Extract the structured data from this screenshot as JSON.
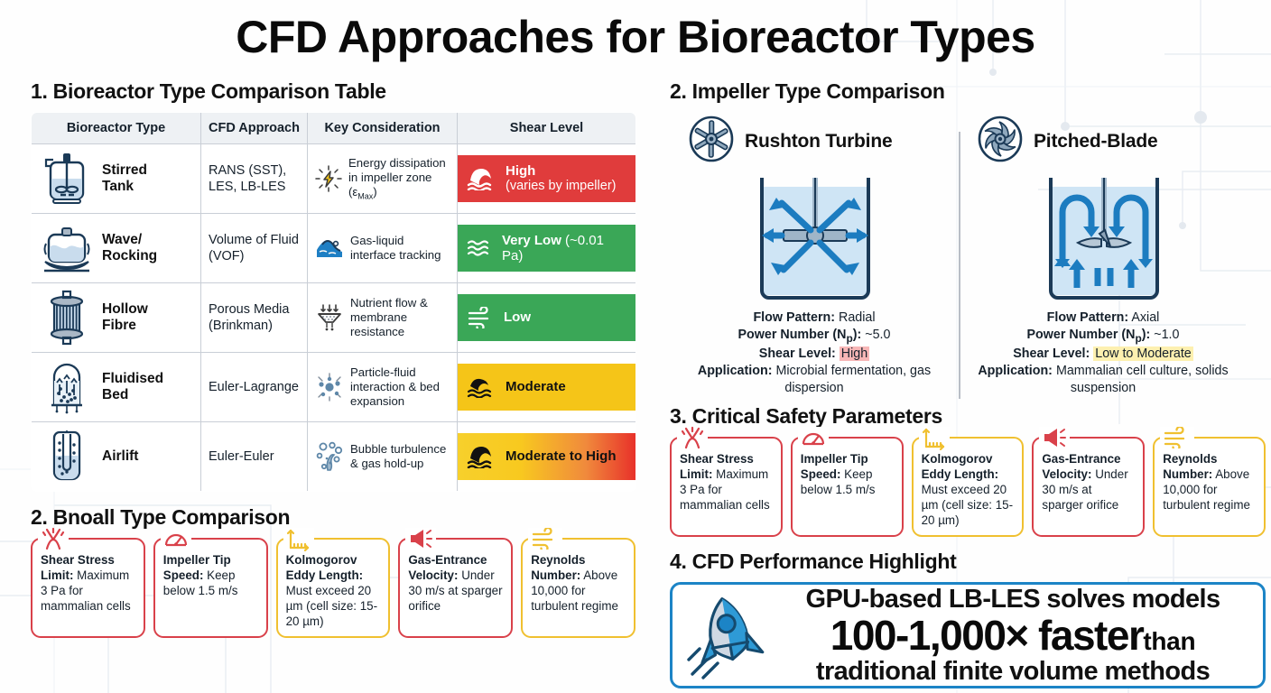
{
  "title": "CFD Approaches for Bioreactor Types",
  "colors": {
    "accent_blue": "#1c84c6",
    "red": "#e03c3c",
    "green": "#3aa757",
    "amber": "#f5c518",
    "card_red": "#d9414a",
    "card_yellow": "#f0c030",
    "header_bg": "#eef1f4"
  },
  "sections": {
    "table": {
      "number": "1.",
      "heading": "1. Bioreactor Type Comparison Table"
    },
    "impeller": {
      "number": "2.",
      "heading": "2. Impeller Type Comparison"
    },
    "safety": {
      "number": "3.",
      "heading": "3. Critical Safety Parameters"
    },
    "performance": {
      "number": "4.",
      "heading": "4. CFD Performance Highlight"
    },
    "bottom_left": {
      "number": "2.",
      "heading": "2. Bnoall Type Comparison"
    }
  },
  "table": {
    "columns": [
      "Bioreactor Type",
      "CFD Approach",
      "Key Consideration",
      "Shear Level"
    ],
    "rows": [
      {
        "icon": "stirred-tank-icon",
        "type": "Stirred Tank",
        "cfd": "RANS (SST), LES, LB-LES",
        "key_icon": "energy-spark-icon",
        "key": "Energy dissipation in impeller zone (ε",
        "key_sub": "Max",
        "key_tail": ")",
        "shear_icon": "wave-high-icon",
        "shear_label": "High",
        "shear_note": "(varies by impeller)",
        "shear_color": "#e03c3c",
        "shear_text_color": "#ffffff"
      },
      {
        "icon": "wave-bag-icon",
        "type": "Wave/ Rocking",
        "cfd": "Volume of Fluid (VOF)",
        "key_icon": "gas-liquid-wave-icon",
        "key": "Gas-liquid interface tracking",
        "shear_icon": "ripples-icon",
        "shear_label": "Very Low",
        "shear_note_inline": "(~0.01 Pa)",
        "shear_color": "#3aa757",
        "shear_text_color": "#ffffff"
      },
      {
        "icon": "hollow-fibre-icon",
        "type": "Hollow Fibre",
        "cfd": "Porous Media (Brinkman)",
        "key_icon": "membrane-filter-icon",
        "key": "Nutrient flow & membrane resistance",
        "shear_icon": "wind-icon",
        "shear_label": "Low",
        "shear_color": "#3aa757",
        "shear_text_color": "#ffffff"
      },
      {
        "icon": "fluidised-bed-icon",
        "type": "Fluidised Bed",
        "cfd": "Euler-Lagrange",
        "key_icon": "particle-collision-icon",
        "key": "Particle-fluid interaction & bed expansion",
        "shear_icon": "wave-moderate-icon",
        "shear_label": "Moderate",
        "shear_color": "#f5c518",
        "shear_text_color": "#111111"
      },
      {
        "icon": "airlift-icon",
        "type": "Airlift",
        "cfd": "Euler-Euler",
        "key_icon": "bubble-turbulence-icon",
        "key": "Bubble turbulence & gas hold-up",
        "shear_icon": "wave-big-icon",
        "shear_label": "Moderate to High",
        "shear_gradient": "linear-gradient(90deg,#f7d02c 0%,#f8c91f 35%,#f08a3c 72%,#e8312a 100%)",
        "shear_text_color": "#111111"
      }
    ]
  },
  "impellers": [
    {
      "icon": "rushton-impeller-icon",
      "name": "Rushton Turbine",
      "vessel_icon": "radial-flow-vessel-icon",
      "flow_pattern_label": "Flow Pattern:",
      "flow_pattern": "Radial",
      "power_number_label": "Power Number (N",
      "power_number_sub": "p",
      "power_number_label_tail": "):",
      "power_number": "~5.0",
      "shear_label": "Shear Level:",
      "shear": "High",
      "shear_highlight": "red",
      "application_label": "Application:",
      "application": "Microbial fermentation, gas dispersion"
    },
    {
      "icon": "pitched-blade-impeller-icon",
      "name": "Pitched-Blade",
      "vessel_icon": "axial-flow-vessel-icon",
      "flow_pattern_label": "Flow Pattern:",
      "flow_pattern": "Axial",
      "power_number_label": "Power Number (N",
      "power_number_sub": "p",
      "power_number_label_tail": "):",
      "power_number": "~1.0",
      "shear_label": "Shear Level:",
      "shear": "Low to Moderate",
      "shear_highlight": "yellow",
      "application_label": "Application:",
      "application": "Mammalian cell culture, solids suspension"
    }
  ],
  "safety_cards": [
    {
      "icon": "shear-stress-icon",
      "color": "red",
      "bold": "Shear Stress Limit:",
      "text": " Maximum 3 Pa for mammalian cells"
    },
    {
      "icon": "speedometer-icon",
      "color": "red",
      "bold": "Impeller Tip Speed:",
      "text": " Keep below 1.5 m/s"
    },
    {
      "icon": "ruler-icon",
      "color": "yellow",
      "bold": "Kolmogorov Eddy Length:",
      "text": " Must exceed 20 µm (cell size: 15-20 µm)"
    },
    {
      "icon": "megaphone-icon",
      "color": "red",
      "bold": "Gas-Entrance Velocity:",
      "text": " Under 30 m/s at sparger orifice"
    },
    {
      "icon": "wind-icon",
      "color": "yellow",
      "bold": "Reynolds Number:",
      "text": " Above 10,000 for turbulent regime"
    }
  ],
  "bottom_cards": [
    {
      "icon": "shear-stress-icon",
      "color": "red",
      "bold": "Shear Stress Limit:",
      "text": " Maximum 3 Pa for mammalian cells"
    },
    {
      "icon": "speedometer-icon",
      "color": "red",
      "bold": "Impeller Tip Speed:",
      "text": " Keep below 1.5 m/s"
    },
    {
      "icon": "ruler-icon",
      "color": "yellow",
      "bold": "Kolmogorov Eddy Length:",
      "text": " Must exceed 20 µm (cell size: 15-20 µm)"
    },
    {
      "icon": "megaphone-icon",
      "color": "red",
      "bold": "Gas-Entrance Velocity:",
      "text": " Under 30 m/s at sparger orifice"
    },
    {
      "icon": "wind-icon",
      "color": "yellow",
      "bold": "Reynolds Number:",
      "text": " Above 10,000 for turbulent regime"
    }
  ],
  "performance": {
    "icon": "rocket-icon",
    "line1": "GPU-based LB-LES solves models",
    "line2_big": "100-1,000× faster",
    "line2_small": "than",
    "line3": "traditional finite volume methods"
  }
}
